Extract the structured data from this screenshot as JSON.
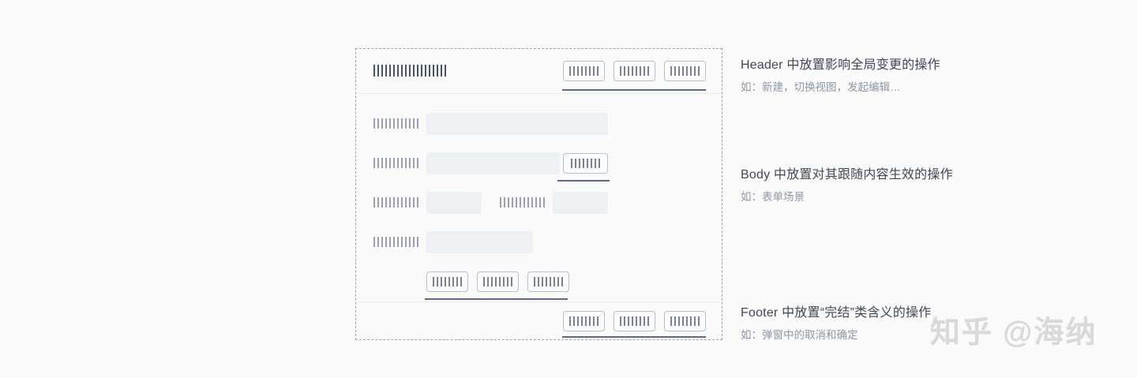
{
  "colors": {
    "background": "#fafafa",
    "dashed_border": "#9aa2ae",
    "accent_underline": "#5c6b85",
    "input_fill": "#edf0f5",
    "button_border": "#b5bfcd",
    "button_bars": "#76839a",
    "dark_bars": "#45536b",
    "light_bars": "#98a2b0",
    "annotation_title": "#3e4856",
    "annotation_subtitle": "#8d98a7",
    "watermark": "#d9d9d9"
  },
  "annotations": [
    {
      "title": "Header 中放置影响全局变更的操作",
      "subtitle": "如：新建，切换视图，发起编辑…"
    },
    {
      "title": "Body 中放置对其跟随内容生效的操作",
      "subtitle": "如：表单场景"
    },
    {
      "title": "Footer 中放置“完结”类含义的操作",
      "subtitle": "如：弹窗中的取消和确定"
    }
  ],
  "watermark": {
    "text": "知乎 @海纳"
  }
}
